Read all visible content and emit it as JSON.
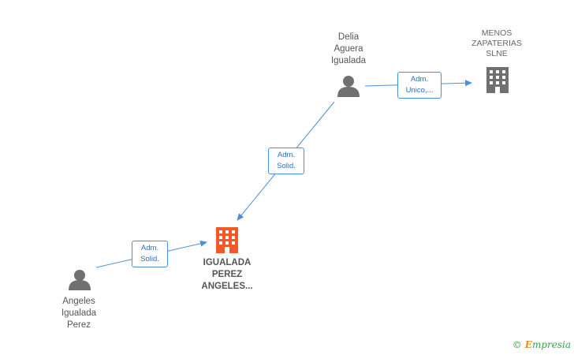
{
  "nodes": {
    "delia": {
      "label": "Delia\nAguera\nIgualada"
    },
    "menos": {
      "label": "MENOS\nZAPATERIAS\nSLNE"
    },
    "igualada": {
      "label": "IGUALADA\nPEREZ\nANGELES..."
    },
    "angeles": {
      "label": "Angeles\nIgualada\nPerez"
    }
  },
  "edges": {
    "delia_menos": "Adm.\nUnico,...",
    "delia_igualada": "Adm.\nSolid.",
    "angeles_igualada": "Adm.\nSolid."
  },
  "brand": {
    "copyright": "©",
    "name": "mpresia",
    "initial": "E"
  },
  "colors": {
    "edge": "#4a90d9",
    "person_icon": "#707070",
    "company_icon": "#707070",
    "focus_company_icon": "#f05a28"
  }
}
